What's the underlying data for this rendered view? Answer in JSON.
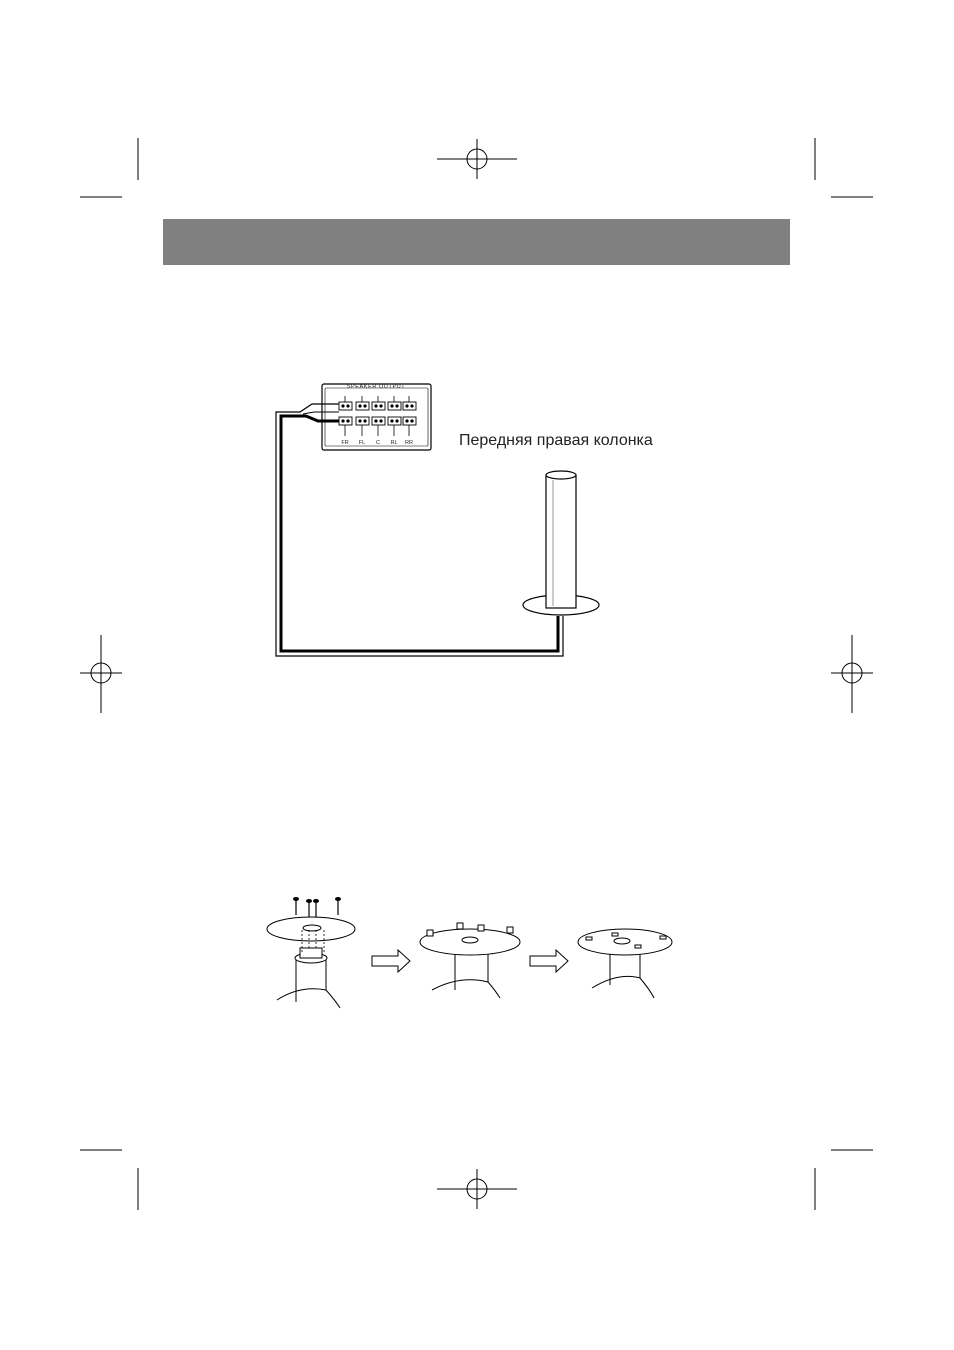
{
  "panel": {
    "title": "SPEAKER OUTPUT",
    "channels": [
      "FR",
      "FL",
      "C",
      "RL",
      "RR"
    ]
  },
  "speaker_label": "Передняя правая колонка"
}
